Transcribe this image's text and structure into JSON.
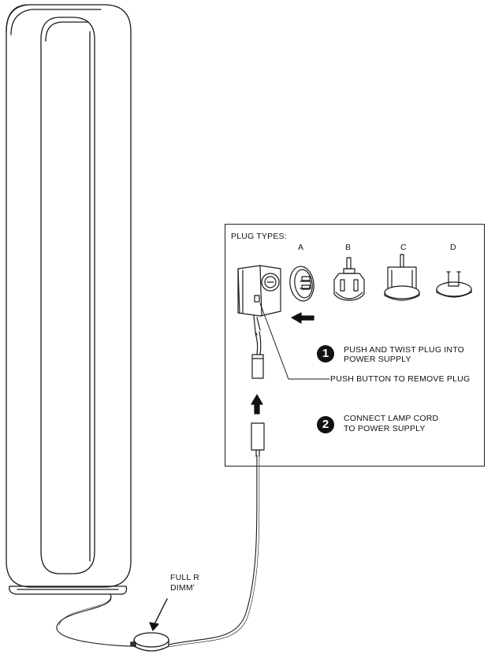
{
  "panel": {
    "title": "PLUG TYPES:",
    "plug_types": [
      "A",
      "B",
      "C",
      "D"
    ]
  },
  "steps": [
    {
      "number": "1",
      "line1": "PUSH AND TWIST PLUG INTO",
      "line2": "POWER SUPPLY"
    },
    {
      "number": "2",
      "line1": "CONNECT LAMP CORD",
      "line2": "TO POWER SUPPLY"
    }
  ],
  "callouts": {
    "push_button": "PUSH BUTTON TO REMOVE PLUG",
    "dimmer_line1": "FULL R",
    "dimmer_line2": "DIMM'"
  },
  "icons": [
    "floor-lamp-icon",
    "power-supply-icon",
    "plug-a-icon",
    "plug-b-icon",
    "plug-c-icon",
    "plug-d-icon",
    "dimmer-icon",
    "arrow-left-icon",
    "arrow-up-icon"
  ]
}
